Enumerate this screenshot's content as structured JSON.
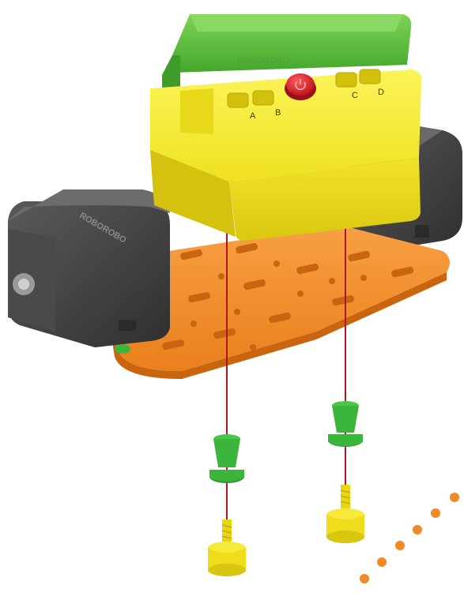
{
  "illustration": {
    "subject": "robotics-kit-assembly-exploded-view",
    "controller": {
      "ports": [
        "A",
        "B",
        "C",
        "D"
      ],
      "brand_text": "ROBOROBO",
      "button_icon": "power-icon"
    },
    "motor_brand_text": "ROBOROBO",
    "colors": {
      "controller_body": "#f2e51c",
      "battery_pack": "#5cbf3a",
      "base_plate": "#f08a24",
      "motor": "#3f3f3f",
      "spacer": "#3cb53c",
      "screw": "#f5e21a",
      "guide_line": "#b0152a",
      "dots": "#f08a24",
      "button": "#d9202a"
    }
  }
}
